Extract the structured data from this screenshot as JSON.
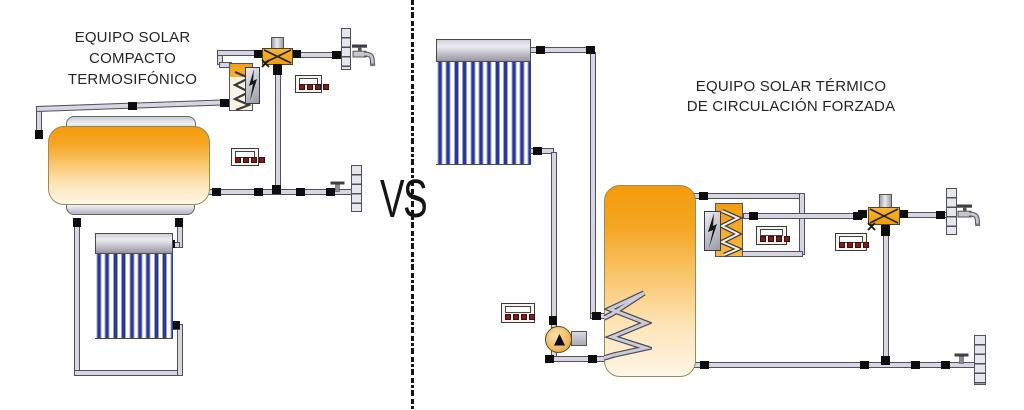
{
  "left_system": {
    "title_lines": [
      "EQUIPO SOLAR",
      "COMPACTO",
      "TERMOSIFÓNICO"
    ]
  },
  "right_system": {
    "title_lines": [
      "EQUIPO SOLAR TÉRMICO",
      "DE CIRCULACIÓN FORZADA"
    ]
  },
  "divider": {
    "vs_label": "VS"
  },
  "colors": {
    "tank_orange_top": "#F49A0A",
    "tank_orange_bottom": "#FEF6E6",
    "pipe_fill": "#D6D6E2",
    "pipe_outline": "#50505C",
    "coupler_black": "#0D0D0D",
    "collector_tube_blue": "#2C3890",
    "collector_tube_light": "#97A2DC",
    "valve_orange": "#EF9D0B",
    "controller_button_red": "#7E1D1D",
    "pump_body": "#EEB960"
  },
  "icons": {
    "faucet": "tap with T-handle and curved spout",
    "tap_valve": "inline T-handle valve",
    "lightning": "electric backup heater bolt",
    "pump_rotor": "upward triangle rotor",
    "heater_coil": "zigzag heating coil",
    "tank_coil": "internal heat exchanger coil",
    "valve_cross": "mixing valve X"
  }
}
